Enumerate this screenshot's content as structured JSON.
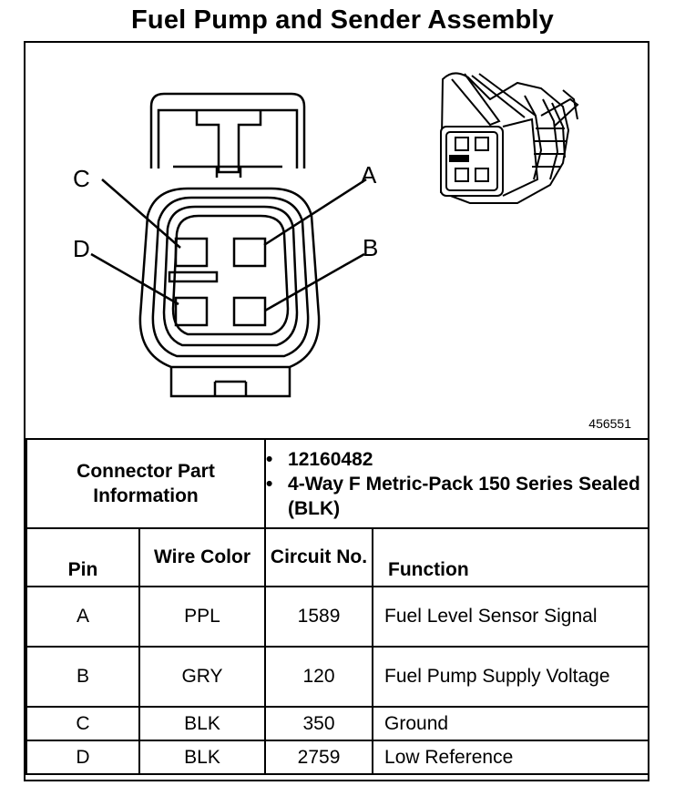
{
  "title": "Fuel Pump and Sender Assembly",
  "figure_id": "456551",
  "pin_labels": {
    "a": "A",
    "b": "B",
    "c": "C",
    "d": "D"
  },
  "connector_part": {
    "label": "Connector Part Information",
    "items": [
      "12160482",
      "4-Way F Metric-Pack 150 Series Sealed (BLK)"
    ]
  },
  "table": {
    "headers": {
      "pin": "Pin",
      "wire_color": "Wire Color",
      "circuit_no": "Circuit No.",
      "function": "Function"
    },
    "rows": [
      {
        "pin": "A",
        "wire_color": "PPL",
        "circuit_no": "1589",
        "function": "Fuel Level Sensor Signal"
      },
      {
        "pin": "B",
        "wire_color": "GRY",
        "circuit_no": "120",
        "function": "Fuel Pump Supply Voltage"
      },
      {
        "pin": "C",
        "wire_color": "BLK",
        "circuit_no": "350",
        "function": "Ground"
      },
      {
        "pin": "D",
        "wire_color": "BLK",
        "circuit_no": "2759",
        "function": "Low Reference"
      }
    ]
  }
}
